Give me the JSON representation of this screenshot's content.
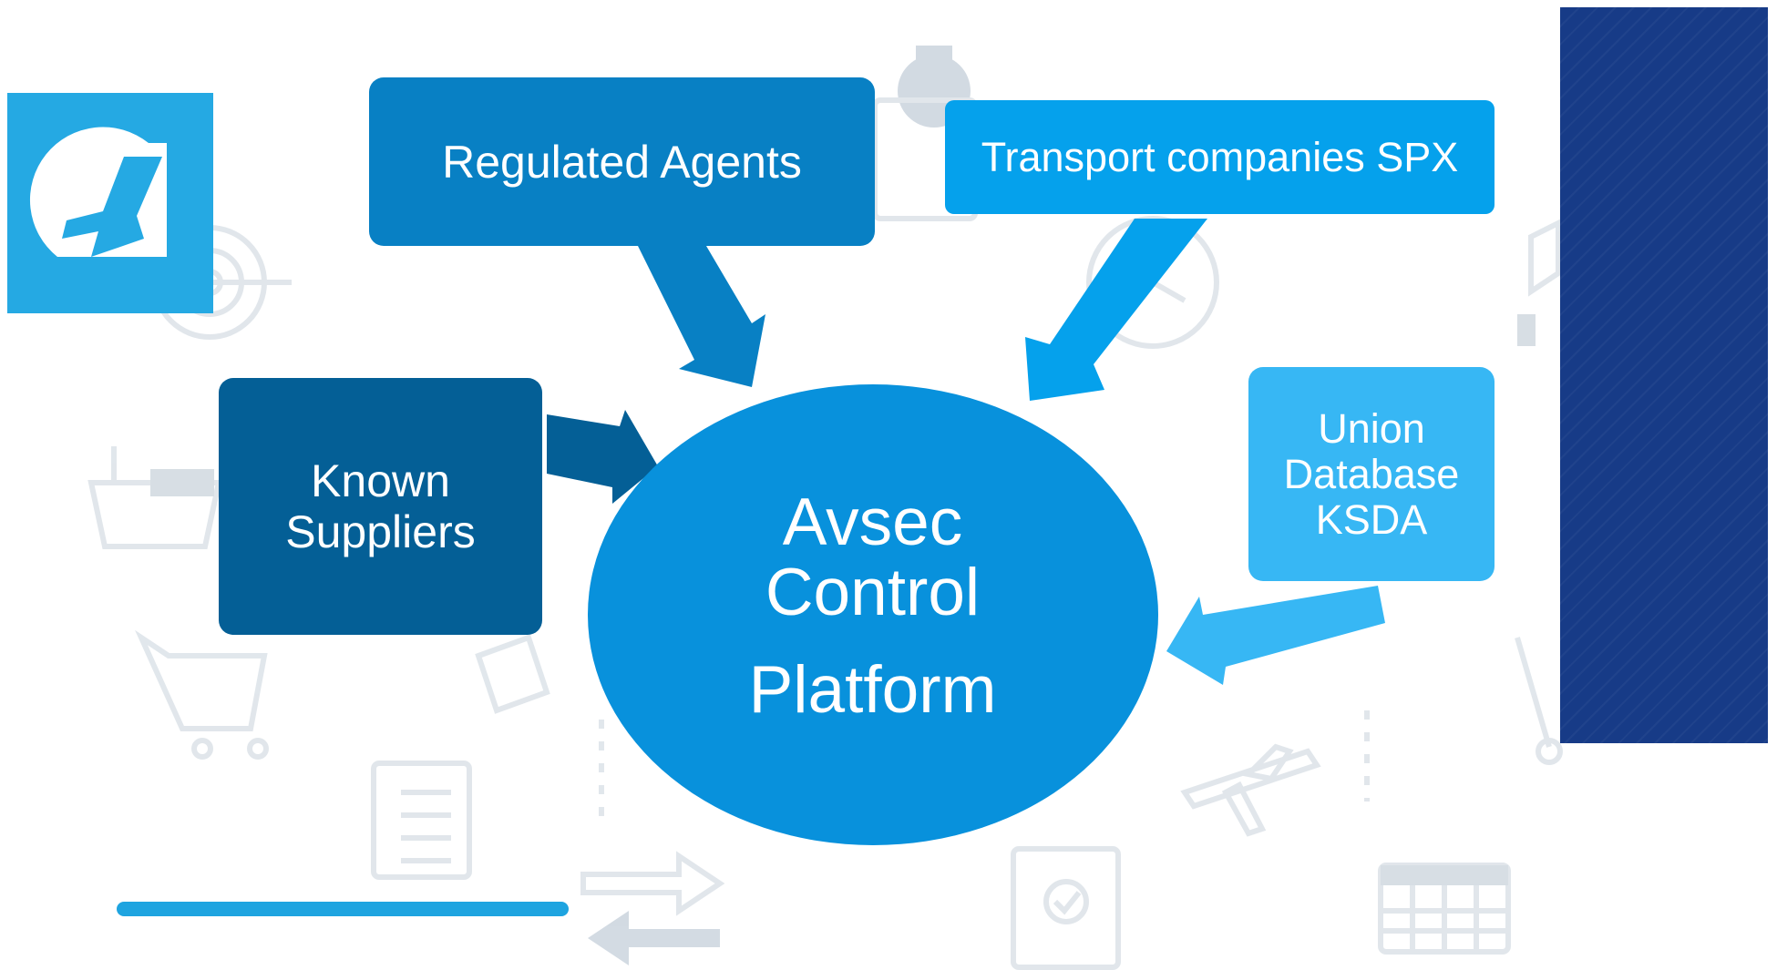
{
  "center": {
    "line1": "Avsec",
    "line2": "Control",
    "line3": "Platform"
  },
  "nodes": {
    "regulated_agents": "Regulated Agents",
    "transport": "Transport companies SPX",
    "known_line1": "Known",
    "known_line2": "Suppliers",
    "union_line1": "Union",
    "union_line2": "Database",
    "union_line3": "KSDA"
  },
  "colors": {
    "center": "#0891dc",
    "regulated_agents": "#0880c4",
    "transport": "#05a1ec",
    "known_suppliers": "#045f96",
    "union_database": "#37b7f4",
    "logo_tile": "#25a9e3",
    "side_panel": "#173b87",
    "underline": "#1ea4e0"
  },
  "icons": [
    "airplane-logo-icon",
    "gear-icon",
    "target-icon",
    "ship-icon",
    "shopping-cart-icon",
    "clipboard-list-icon",
    "swap-arrows-icon",
    "clipboard-check-icon",
    "airplane-icon",
    "calendar-icon",
    "alarm-clock-icon",
    "package-icon",
    "hand-truck-icon"
  ]
}
